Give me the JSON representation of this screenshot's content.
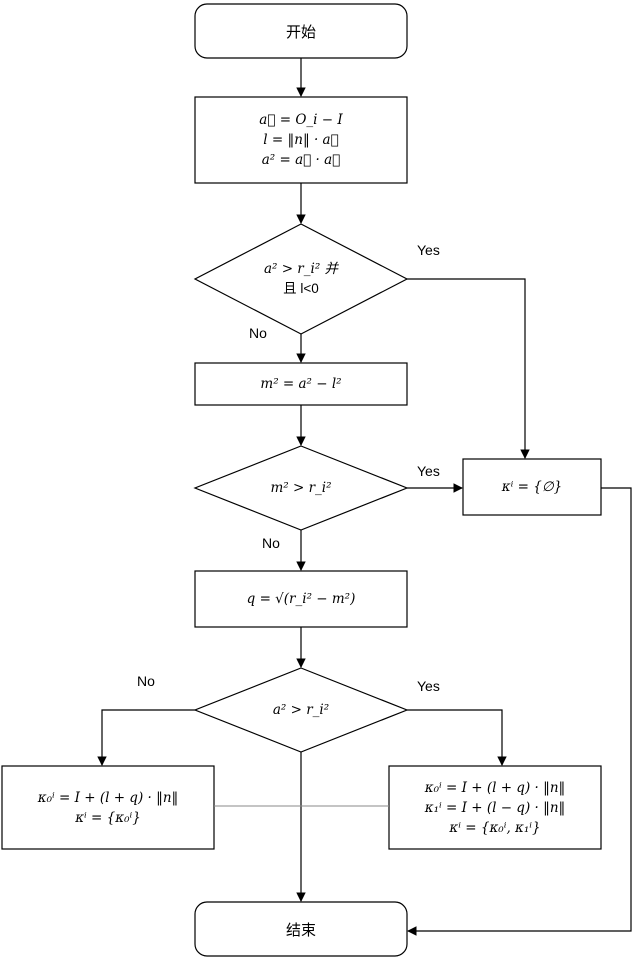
{
  "start": "开始",
  "compute": [
    "a⃗ = O_i − I",
    "l = ‖n‖ · a⃗",
    "a² = a⃗ · a⃗"
  ],
  "decision1": [
    "a² > r_i² 并",
    "且 l<0"
  ],
  "m_sq": "m² = a² − l²",
  "decision2": "m² > r_i²",
  "empty_set": "κⁱ = {∅}",
  "q_def": "q = √(r_i² − m²)",
  "decision3": "a² > r_i²",
  "left_result": [
    "κ₀ⁱ = I + (l + q) · ‖n‖",
    "κⁱ = {κ₀ⁱ}"
  ],
  "right_result": [
    "κ₀ⁱ = I + (l + q) · ‖n‖",
    "κ₁ⁱ = I + (l − q) · ‖n‖",
    "κⁱ = {κ₀ⁱ, κ₁ⁱ}"
  ],
  "end": "结束",
  "labels": {
    "yes": "Yes",
    "no": "No"
  }
}
